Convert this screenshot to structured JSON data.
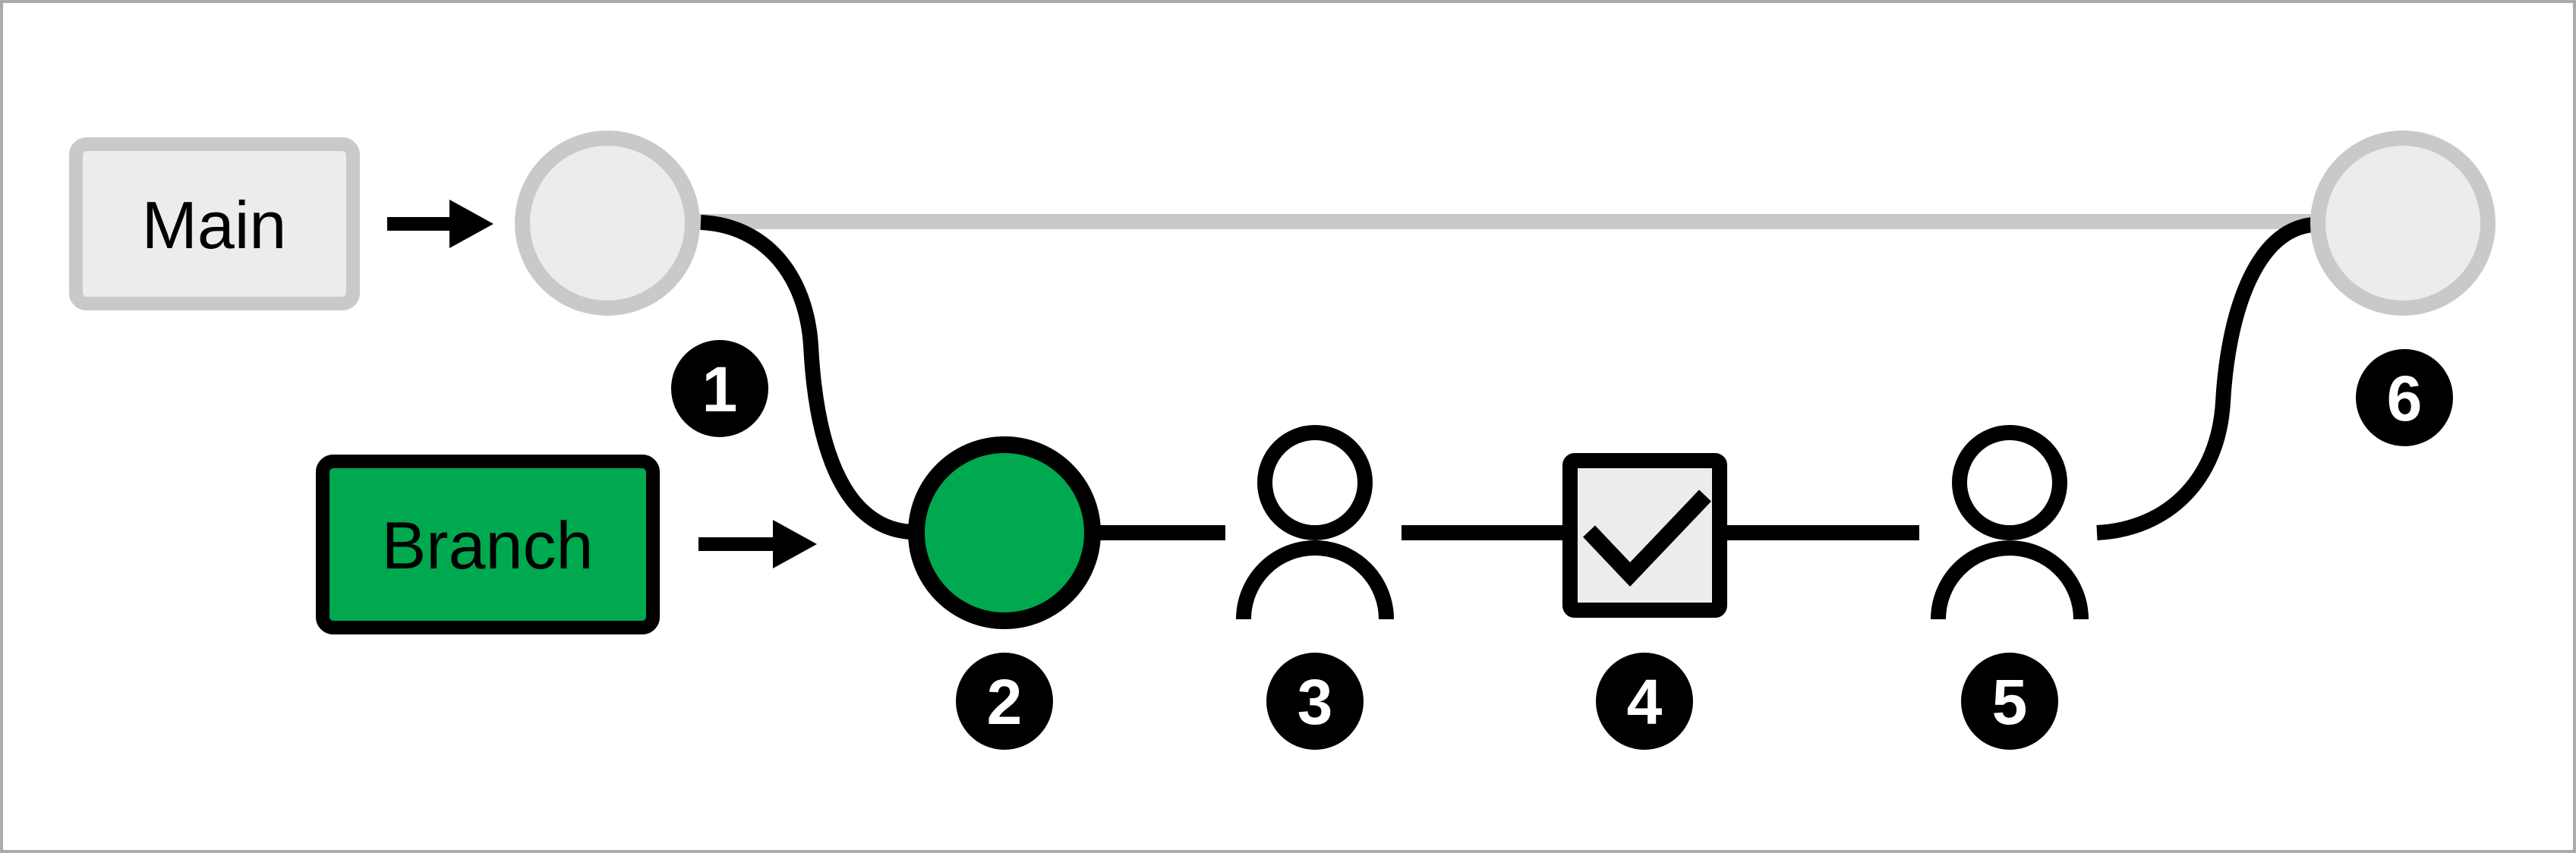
{
  "diagram": {
    "kind": "git-branch-workflow",
    "main_label": "Main",
    "branch_label": "Branch",
    "steps": [
      "1",
      "2",
      "3",
      "4",
      "5",
      "6"
    ]
  },
  "colors": {
    "bg": "#ffffff",
    "frame": "#ababab",
    "ink": "#000000",
    "green": "#00a94f",
    "light_fill": "#ececec",
    "gray_stroke": "#c9c9c9",
    "badge_text": "#ffffff"
  }
}
